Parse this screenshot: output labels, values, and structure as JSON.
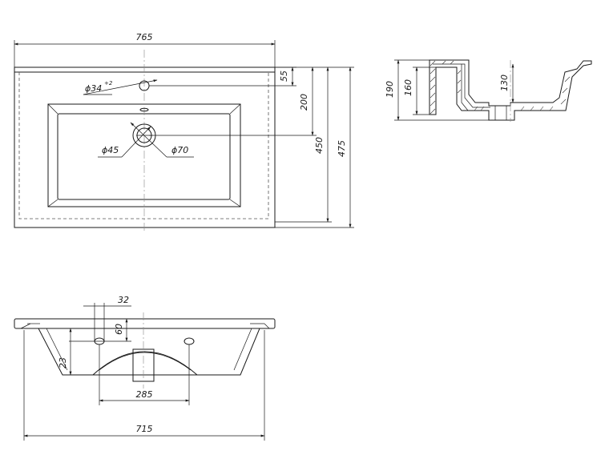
{
  "top_view": {
    "width_dim": "765",
    "hole_tap": "ϕ34",
    "hole_tap_tol": "+2",
    "dim_55": "55",
    "dim_200": "200",
    "dim_450": "450",
    "dim_475": "475",
    "drain_inner": "ϕ45",
    "drain_outer": "ϕ70"
  },
  "side_view": {
    "dim_190": "190",
    "dim_160": "160",
    "dim_130": "130"
  },
  "front_view": {
    "dim_32": "32",
    "dim_60": "60",
    "dim_23": "23",
    "dim_285": "285",
    "dim_715": "715"
  }
}
